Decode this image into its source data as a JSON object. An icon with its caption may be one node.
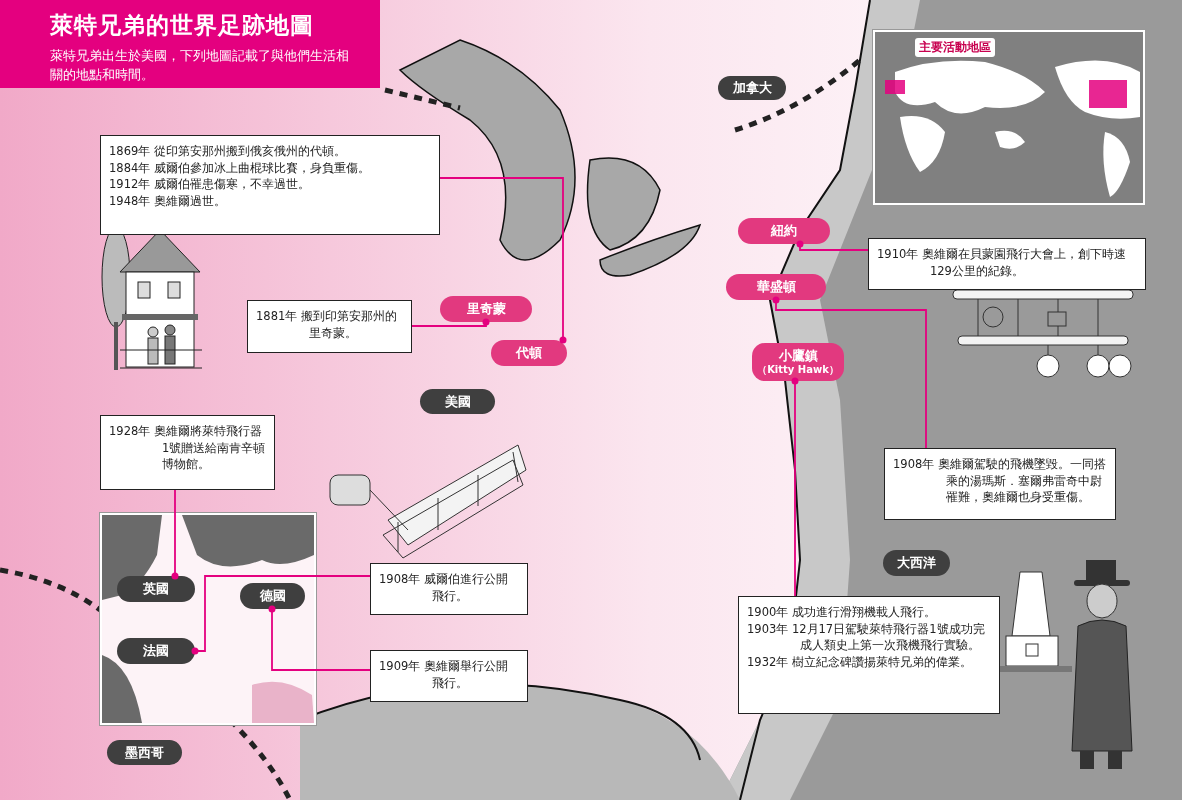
{
  "diagram": {
    "title": "萊特兄弟的世界足跡地圖",
    "caption": "萊特兄弟出生於美國，下列地圖記載了與他們生活相關的地點和時間。",
    "nodes": [
      {
        "text": [
          "1869年 從印第安那州搬到俄亥俄州的代頓。",
          "1884年 威爾伯參加冰上曲棍球比賽，身負重傷。",
          "1912年 威爾伯罹患傷寒，不幸過世。",
          "1948年 奧維爾過世。"
        ]
      },
      {
        "text": [
          "加拿大"
        ]
      },
      {
        "text": [
          "主要活動地區"
        ]
      },
      {
        "text": [
          "紐約"
        ]
      },
      {
        "text": [
          "1910年 奧維爾在貝蒙園飛行大會上，創下時速129公里的紀錄。"
        ]
      },
      {
        "text": [
          "華盛頓"
        ]
      },
      {
        "text": [
          "1881年 搬到印第安那州的里奇蒙。"
        ]
      },
      {
        "text": [
          "里奇蒙"
        ]
      },
      {
        "text": [
          "代頓"
        ]
      },
      {
        "text": [
          "小鷹鎮",
          "（Kitty Hawk）"
        ]
      },
      {
        "text": [
          "美國"
        ]
      },
      {
        "text": [
          "1928年 奧維爾將萊特飛行器1號贈送給南肯辛頓博物館。"
        ]
      },
      {
        "text": [
          "1908年 奧維爾駕駛的飛機墜毀。一同搭乘的湯瑪斯．塞爾弗雷奇中尉罹難，奧維爾也身受重傷。"
        ]
      },
      {
        "text": [],
        "shape": "picture"
      },
      {
        "text": [
          "英國"
        ],
        "in": 13
      },
      {
        "text": [
          "德國"
        ],
        "in": 13
      },
      {
        "text": [
          "法國"
        ],
        "in": 13
      },
      {
        "text": [
          "1908年 威爾伯進行公開飛行。"
        ]
      },
      {
        "text": [
          "大西洋"
        ]
      },
      {
        "text": [
          "1909年 奧維爾舉行公開飛行。"
        ]
      },
      {
        "text": [
          "1900年 成功進行滑翔機載人飛行。",
          "1903年 12月17日駕駛萊特飛行器1號成功完成人類史上第一次飛機飛行實驗。",
          "1932年 樹立紀念碑讚揚萊特兄弟的偉業。"
        ]
      },
      {
        "text": [
          "墨西哥"
        ]
      }
    ],
    "edges": [
      {
        "from": 0,
        "to": 8,
        "arrow": "other"
      },
      {
        "from": 6,
        "to": 7,
        "arrow": "other"
      },
      {
        "from": 4,
        "to": 3,
        "arrow": "other"
      },
      {
        "from": 12,
        "to": 5,
        "arrow": "other"
      },
      {
        "from": 20,
        "to": 9,
        "arrow": "other"
      },
      {
        "from": 11,
        "to": 14,
        "arrow": "other"
      },
      {
        "from": 17,
        "to": 16,
        "arrow": "other"
      },
      {
        "from": 19,
        "to": 15,
        "arrow": "other"
      }
    ]
  }
}
